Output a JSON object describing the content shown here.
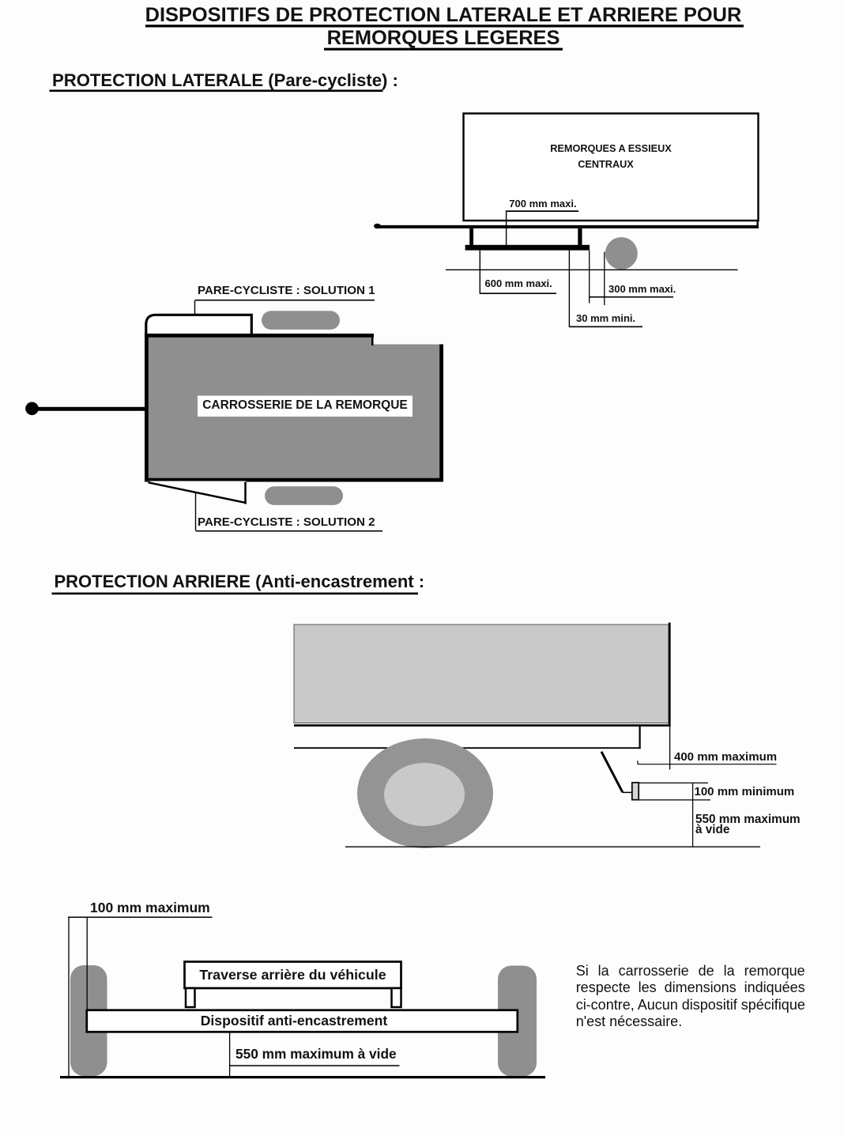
{
  "colors": {
    "bg": "#fdfdfd",
    "ink": "#121212",
    "line": "#000000",
    "gray": "#8f8f8f",
    "light_gray": "#c9c9c9",
    "wheel_ring": "#949494",
    "device_fill": "#d4d4d4"
  },
  "title": {
    "line1": "DISPOSITIFS DE PROTECTION LATERALE ET ARRIERE POUR",
    "line2": "REMORQUES LEGERES"
  },
  "section_lateral": {
    "heading": "PROTECTION LATERALE (Pare-cycliste) :"
  },
  "section_arriere": {
    "heading": "PROTECTION ARRIERE (Anti-encastrement :"
  },
  "diagram1": {
    "box_label_line1": "REMORQUES A ESSIEUX",
    "box_label_line2": "CENTRAUX",
    "dim_700": "700 mm maxi.",
    "dim_600": "600 mm maxi.",
    "dim_300": "300 mm maxi.",
    "dim_30": "30 mm mini."
  },
  "diagram2": {
    "solution1": "PARE-CYCLISTE : SOLUTION 1",
    "body": "CARROSSERIE DE LA REMORQUE",
    "solution2": "PARE-CYCLISTE : SOLUTION 2"
  },
  "diagram3": {
    "dim_400": "400 mm maximum",
    "dim_100": "100 mm minimum",
    "dim_550_line1": "550 mm maximum",
    "dim_550_line2": "à vide"
  },
  "diagram4": {
    "dim_100": "100 mm maximum",
    "traverse": "Traverse arrière du véhicule",
    "dispositif": "Dispositif anti-encastrement",
    "dim_550": "550 mm maximum à vide",
    "note_lines": [
      "Si la carrosserie de la remorque",
      "respecte les dimensions indiquées",
      "ci-contre, Aucun dispositif spécifique",
      "n'est nécessaire."
    ]
  }
}
